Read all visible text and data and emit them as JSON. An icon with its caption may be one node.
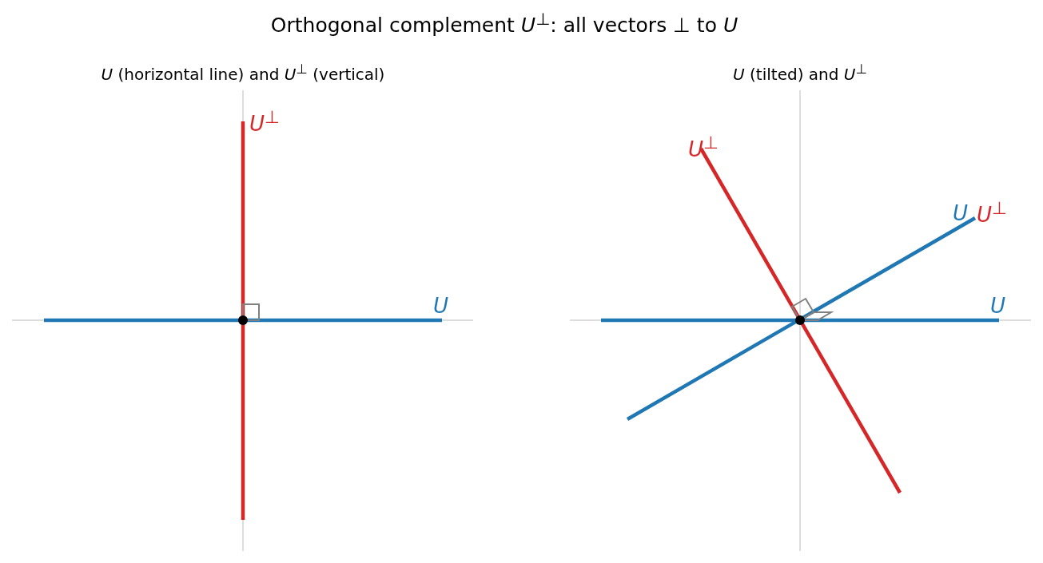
{
  "diagram": {
    "title": "Orthogonal complement *U*$^{⊥}$: all vectors ⊥ to *U*",
    "labels": [
      "*U* (horizontal line) and *U*$^{⊥}$ (vertical)",
      "*U* (tilted) and *U*$^{⊥}$",
      "*U*$^{⊥}$",
      "*U*$^{⊥}$",
      "*U*",
      "*U*$^{⊥}$",
      "*U*",
      "*U*"
    ]
  }
}
